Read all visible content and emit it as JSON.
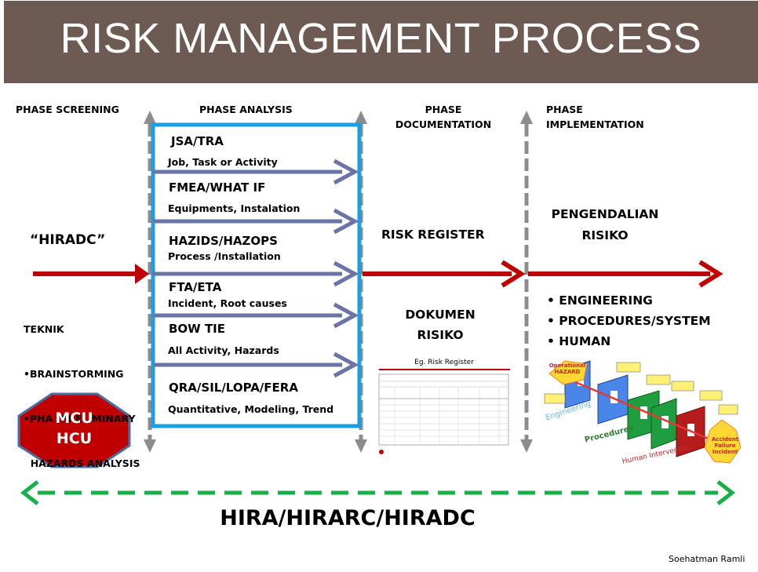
{
  "title": "RISK MANAGEMENT PROCESS",
  "phases": {
    "screening": "PHASE SCREENING",
    "analysis": "PHASE  ANALYSIS",
    "documentation": [
      "PHASE",
      "DOCUMENTATION"
    ],
    "implementation": [
      "PHASE",
      "IMPLEMENTATION"
    ]
  },
  "screening": {
    "hiradc": "“HIRADC”",
    "technique_lines": [
      "TEKNIK",
      "•BRAINSTORMING",
      "•PHA (PRELIMINARY",
      "  HAZARDS ANALYSIS"
    ],
    "octagon": [
      "MCU",
      "HCU"
    ]
  },
  "analysis_methods": [
    {
      "name": "JSA/TRA",
      "desc": "Job, Task or Activity"
    },
    {
      "name": "FMEA/WHAT IF",
      "desc": "Equipments, Instalation"
    },
    {
      "name": "HAZIDS/HAZOPS",
      "desc": "Process /Installation"
    },
    {
      "name": "FTA/ETA",
      "desc": "Incident, Root causes"
    },
    {
      "name": "BOW TIE",
      "desc": "All Activity, Hazards"
    },
    {
      "name": "QRA/SIL/LOPA/FERA",
      "desc": "Quantitative, Modeling, Trend"
    }
  ],
  "documentation": {
    "risk_register": "RISK REGISTER",
    "dokumen": [
      "DOKUMEN",
      "RISIKO"
    ],
    "thumbnail_title": "Eg. Risk Register"
  },
  "implementation": {
    "pengendalian": [
      "PENGENDALIAN",
      "RISIKO"
    ],
    "controls": [
      "• ENGINEERING",
      "• PROCEDURES/SYSTEM",
      "• HUMAN"
    ],
    "diagram_labels": [
      "Operational HAZARD",
      "Engineering",
      "Procedures",
      "Human Intervention",
      "Accident Failure Incident"
    ]
  },
  "footer": "HIRA/HIRARC/HIRADC",
  "credit": "Soehatman Ramli",
  "colors": {
    "banner": "#6d5a52",
    "main_arrow": "#c00000",
    "method_arrow": "#6b74a6",
    "analysis_box": "#1e9de0",
    "dashed_arrow": "#8c8c8c",
    "footer_arrow": "#19b04b",
    "octagon": "#c00000"
  }
}
